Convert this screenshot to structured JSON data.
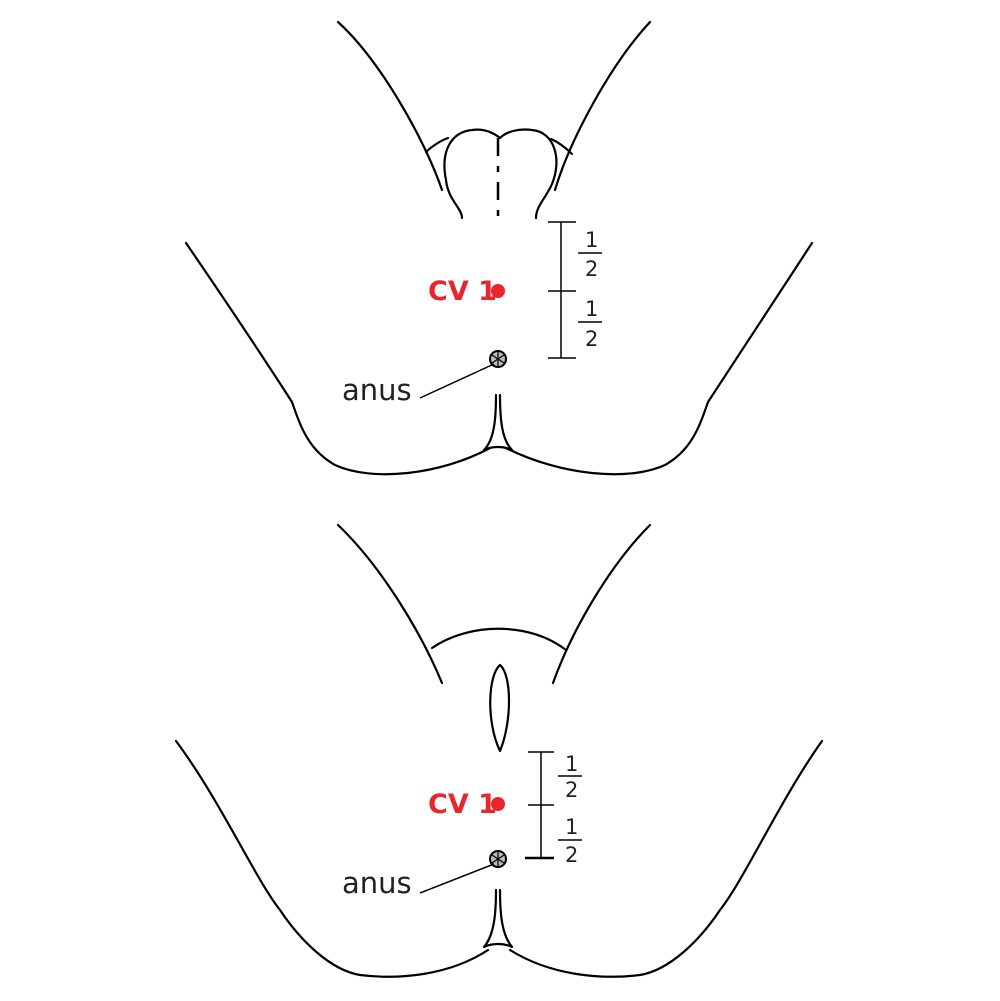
{
  "colors": {
    "point": "#e8262d",
    "line": "#000000"
  },
  "diagrams": [
    {
      "variant": "male",
      "point_label": "CV 1",
      "anus_label": "anus",
      "upper_fraction": {
        "numerator": "1",
        "denominator": "2"
      },
      "lower_fraction": {
        "numerator": "1",
        "denominator": "2"
      }
    },
    {
      "variant": "female",
      "point_label": "CV 1",
      "anus_label": "anus",
      "upper_fraction": {
        "numerator": "1",
        "denominator": "2"
      },
      "lower_fraction": {
        "numerator": "1",
        "denominator": "2"
      }
    }
  ]
}
